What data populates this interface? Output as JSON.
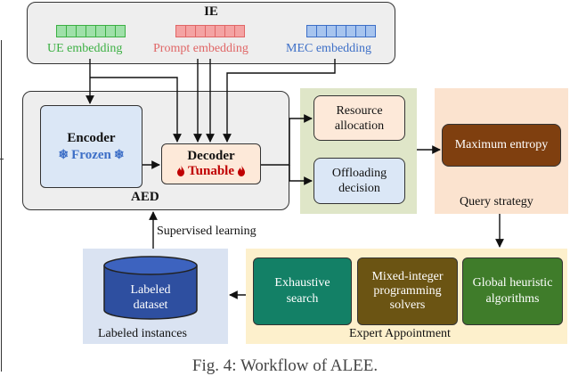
{
  "ie": {
    "title": "IE",
    "ue_label": "UE embedding",
    "prompt_label": "Prompt embedding",
    "mec_label": "MEC embedding",
    "ue_color": "#3cb043",
    "prompt_color": "#e06666",
    "mec_color": "#3d6fc7",
    "ue_fill": "#9fe0a9",
    "prompt_fill": "#f4a3a3",
    "mec_fill": "#a7c4ee"
  },
  "aed": {
    "title": "AED",
    "encoder_title": "Encoder",
    "encoder_state": "Frozen",
    "decoder_title": "Decoder",
    "decoder_state": "Tunable",
    "encoder_state_color": "#3d6fc7",
    "decoder_state_color": "#c00000"
  },
  "outputs": {
    "resource_line1": "Resource",
    "resource_line2": "allocation",
    "offloading_line1": "Offloading",
    "offloading_line2": "decision"
  },
  "query": {
    "box_label": "Maximum entropy",
    "caption": "Query strategy"
  },
  "expert": {
    "caption": "Expert Appointment",
    "exhaustive_line1": "Exhaustive",
    "exhaustive_line2": "search",
    "mip_line1": "Mixed-integer",
    "mip_line2": "programming",
    "mip_line3": "solvers",
    "global_line1": "Global heuristic",
    "global_line2": "algorithms"
  },
  "labeled": {
    "cylinder_line1": "Labeled",
    "cylinder_line2": "dataset",
    "caption": "Labeled instances"
  },
  "edge_label": "Supervised learning",
  "figure_caption": "Fig. 4: Workflow of ALEE."
}
